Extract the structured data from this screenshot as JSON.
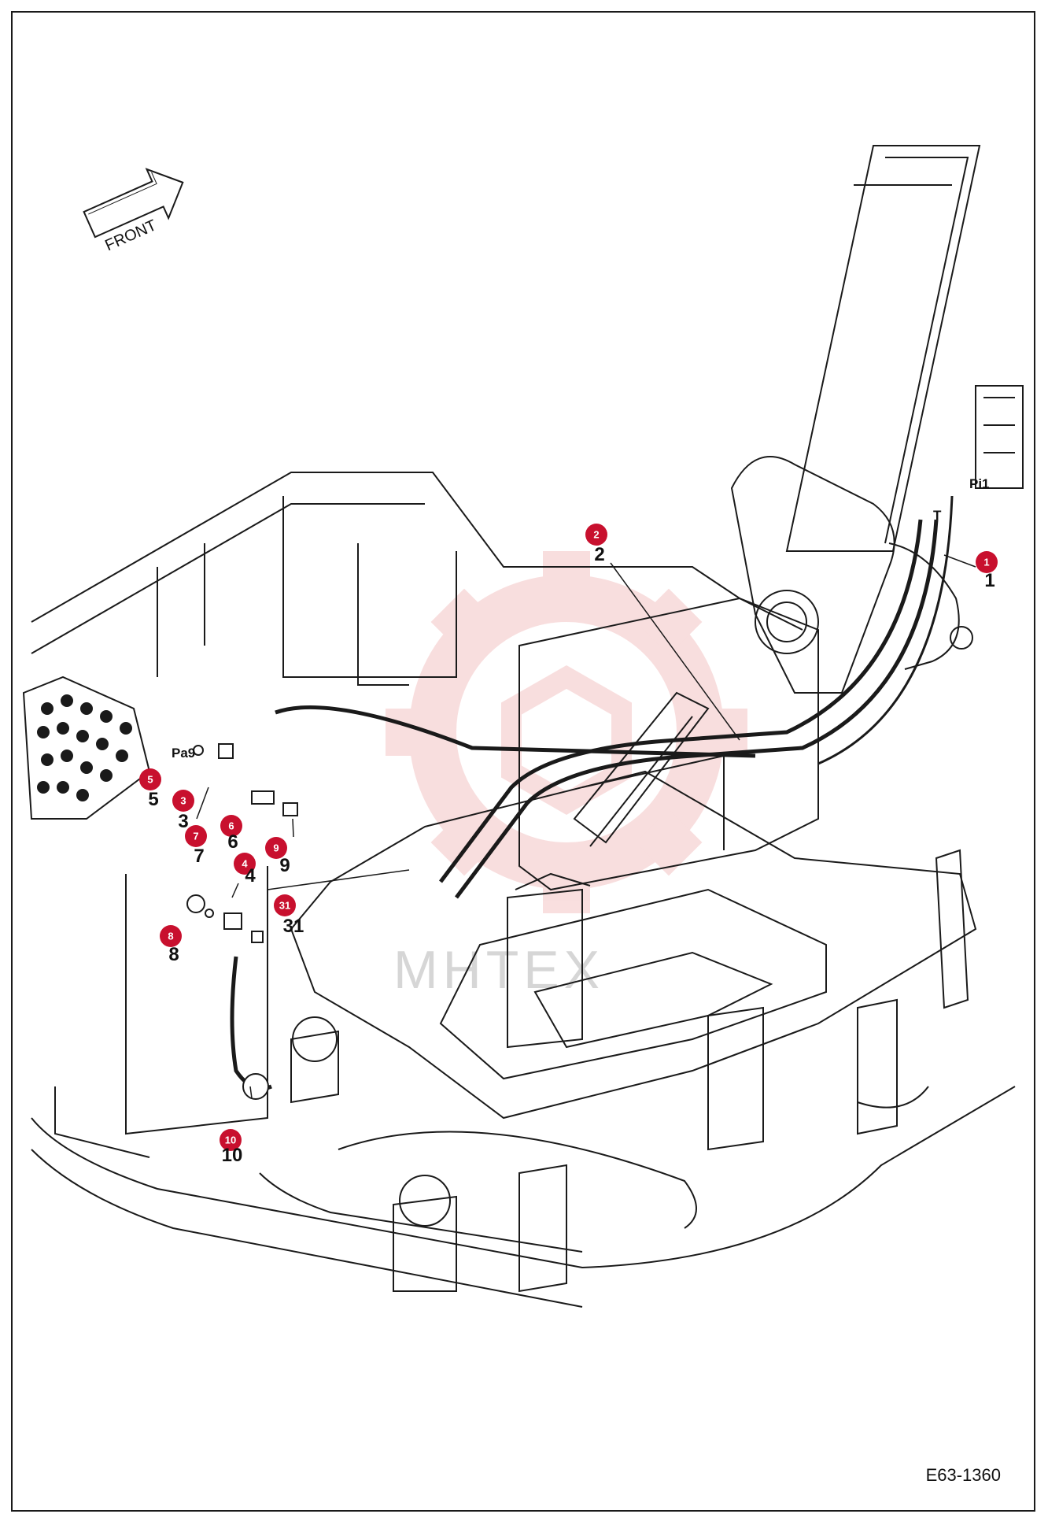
{
  "drawing_code": "E63-1360",
  "front_label": "FRONT",
  "watermark_text": "MHTEX",
  "ports": {
    "pa9": "Pa9",
    "pi1": "Pi1",
    "t": "T"
  },
  "callouts": [
    {
      "id": "c1",
      "badge": "1",
      "label": "1"
    },
    {
      "id": "c2",
      "badge": "2",
      "label": "2"
    },
    {
      "id": "c3",
      "badge": "3",
      "label": "3"
    },
    {
      "id": "c4",
      "badge": "4",
      "label": "4"
    },
    {
      "id": "c5",
      "badge": "5",
      "label": "5"
    },
    {
      "id": "c6",
      "badge": "6",
      "label": "6"
    },
    {
      "id": "c7",
      "badge": "7",
      "label": "7"
    },
    {
      "id": "c8",
      "badge": "8",
      "label": "8"
    },
    {
      "id": "c9",
      "badge": "9",
      "label": "9"
    },
    {
      "id": "c10",
      "badge": "10",
      "label": "10"
    },
    {
      "id": "c31",
      "badge": "31",
      "label": "31"
    }
  ],
  "colors": {
    "badge": "#c8102e",
    "line": "#1a1a1a",
    "watermark": "#f4c4c4"
  }
}
